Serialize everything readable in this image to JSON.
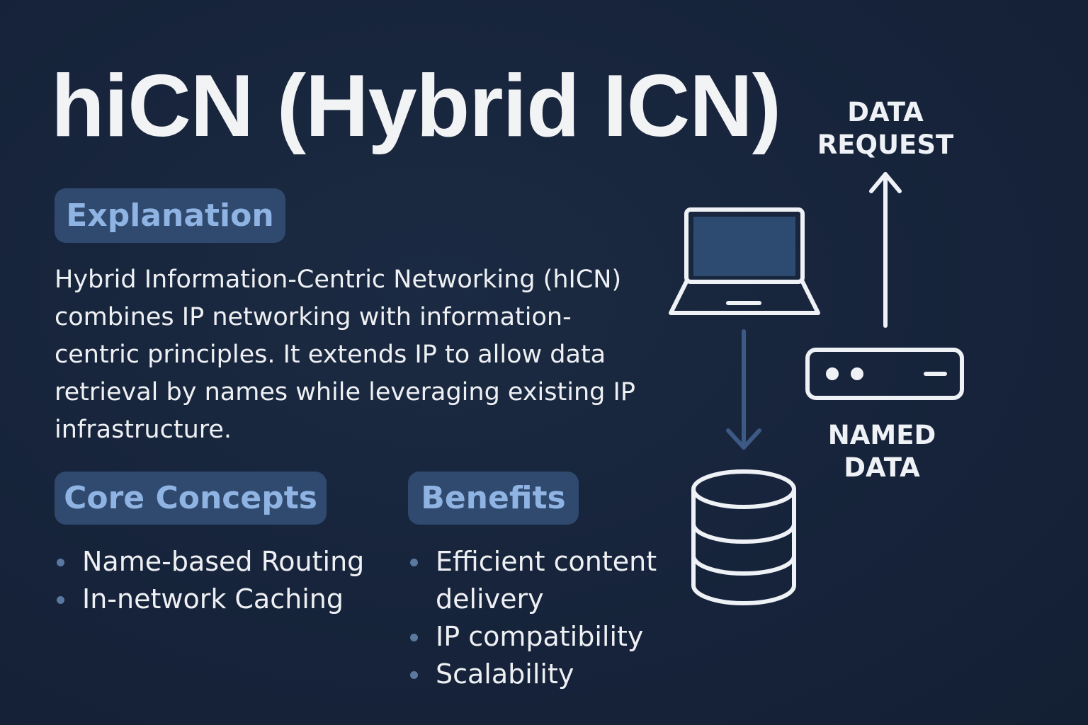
{
  "title": "hiCN (Hybrid ICN)",
  "sections": {
    "explanation": {
      "heading": "Explanation",
      "lines": [
        "Hybrid Information-Centric Networking (hICN)",
        "combines IP networking with information-",
        "centric principles. It extends IP to allow data",
        "retrieval by names while leveraging existing IP",
        "infrastructure."
      ]
    },
    "core_concepts": {
      "heading": "Core Concepts",
      "items": [
        "Name-based Routing",
        "In-network Caching"
      ]
    },
    "benefits": {
      "heading": "Benefits",
      "items": [
        "Efficient content",
        "delivery",
        "IP compatibility",
        "Scalability"
      ]
    }
  },
  "diagram": {
    "request_label_line1": "DATA",
    "request_label_line2": "REQUEST",
    "named_label_line1": "NAMED",
    "named_label_line2": "DATA",
    "icons": [
      "laptop-icon",
      "database-icon",
      "router-icon",
      "arrow-down-icon",
      "arrow-up-icon"
    ]
  },
  "colors": {
    "background": "#17243a",
    "pill": "#2f4a6e",
    "pill_text": "#8fb3e2",
    "text": "#eef0f3",
    "icon_stroke": "#eef1f5",
    "arrow_down": "#3d5a85",
    "laptop_screen": "#2d4a70"
  }
}
